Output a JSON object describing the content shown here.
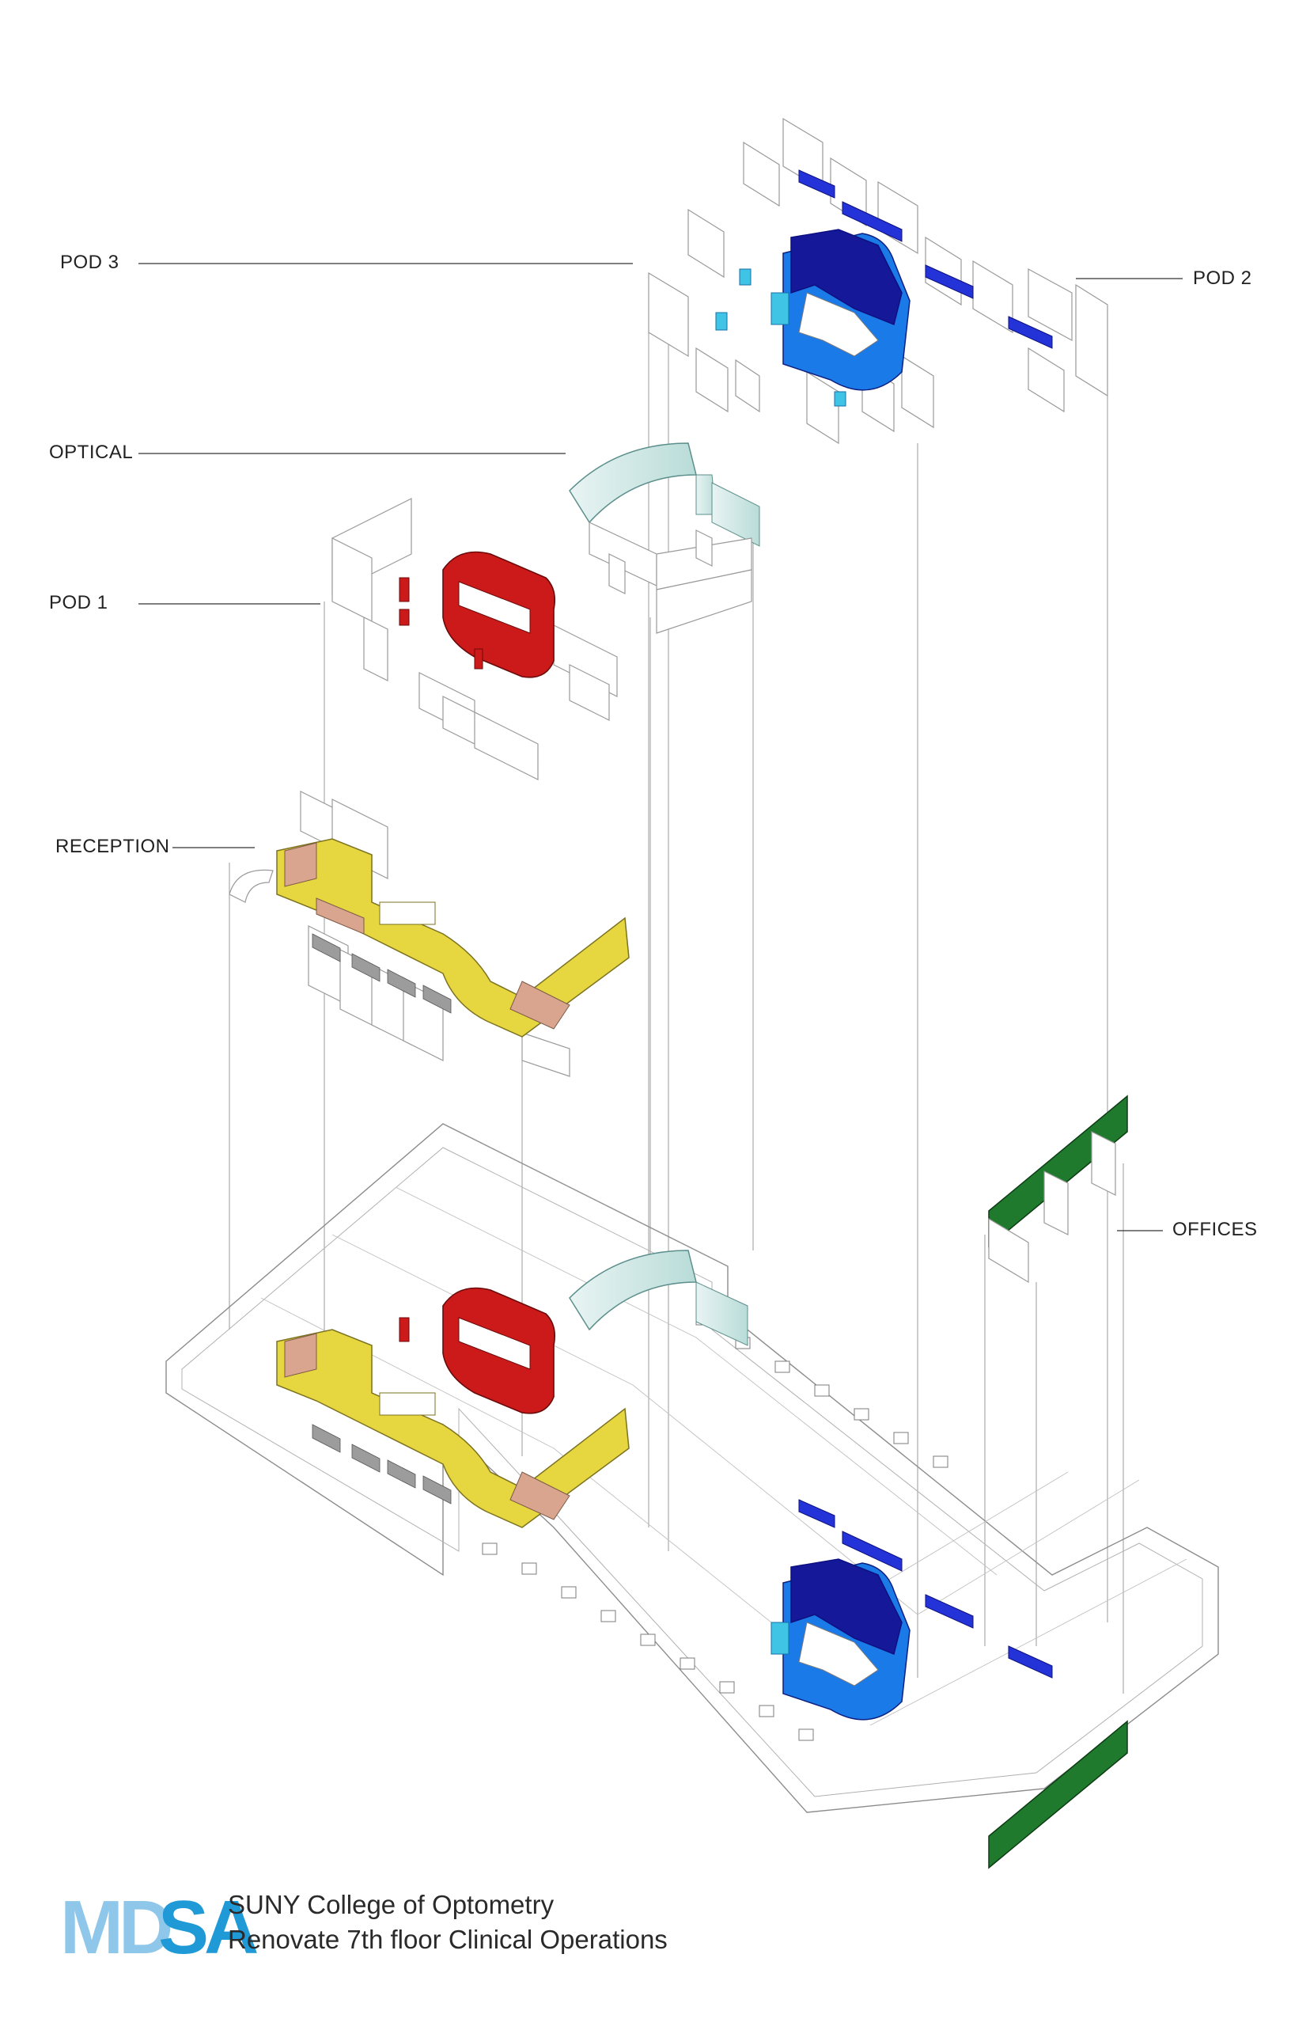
{
  "labels": {
    "pod3": "POD 3",
    "pod2": "POD 2",
    "optical": "OPTICAL",
    "pod1": "POD 1",
    "reception": "RECEPTION",
    "offices": "OFFICES"
  },
  "footer": {
    "logo_text": "MDSA",
    "line1": "SUNY College of Optometry",
    "line2": "Renovate 7th floor Clinical Operations"
  },
  "colors": {
    "pod1": "#cc1a1a",
    "pod2": "#2433d8",
    "pod3_dark": "#16189a",
    "pod3_light": "#1a7ae8",
    "accent_cyan": "#3fc4e6",
    "reception": "#e6d640",
    "reception_accent": "#d9a58e",
    "optical_glass": "#cfe6e4",
    "offices": "#1f7a2e",
    "logo_light": "#8ec7ea",
    "logo_dark": "#1f9ad6"
  }
}
